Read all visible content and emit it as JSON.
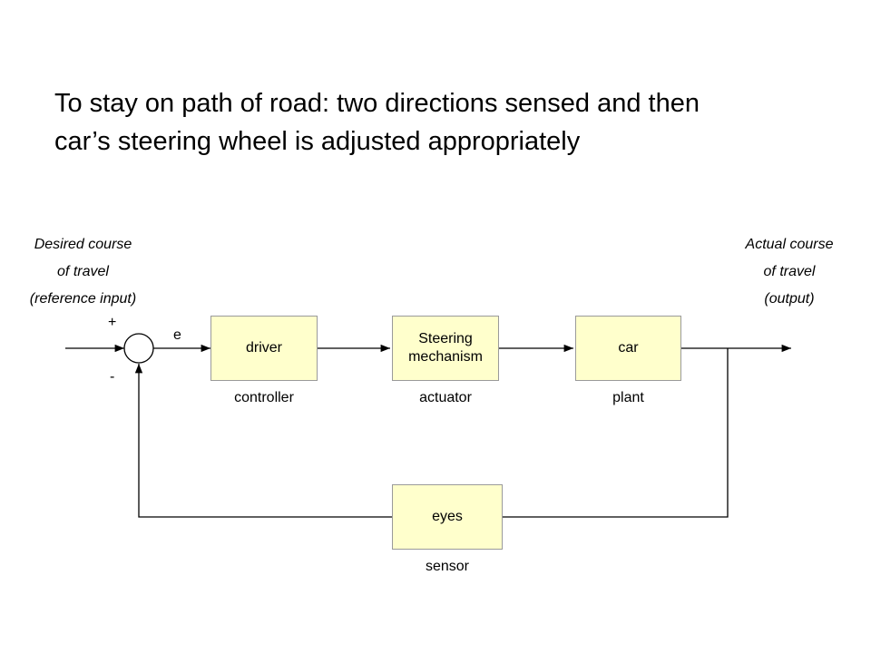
{
  "title": {
    "line1": "To stay on path of road:  two directions sensed and then",
    "line2": "car’s steering wheel is adjusted appropriately"
  },
  "input_label": {
    "line1": "Desired course",
    "line2": "of travel",
    "line3": "(reference input)"
  },
  "output_label": {
    "line1": "Actual course",
    "line2": "of travel",
    "line3": "(output)"
  },
  "summing_junction": {
    "plus": "+",
    "minus": "-",
    "error": "e"
  },
  "blocks": {
    "driver": {
      "text": "driver",
      "role": "controller"
    },
    "steering": {
      "line1": "Steering",
      "line2": "mechanism",
      "role": "actuator"
    },
    "car": {
      "text": "car",
      "role": "plant"
    },
    "eyes": {
      "text": "eyes",
      "role": "sensor"
    }
  },
  "colors": {
    "block_fill": "#ffffcc",
    "block_border": "#9a9a9a",
    "line": "#000000"
  }
}
